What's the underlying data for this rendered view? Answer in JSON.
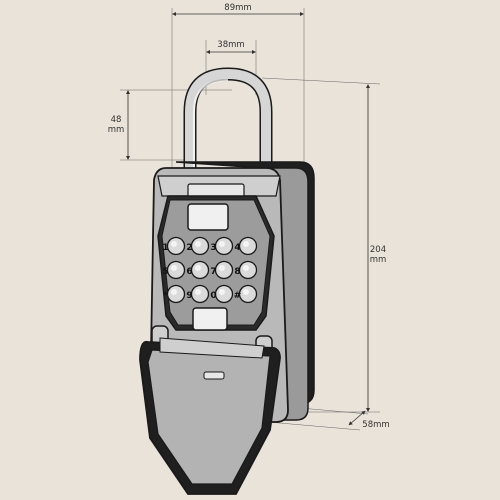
{
  "dimensions": {
    "width_top": "89mm",
    "shackle_width": "38mm",
    "shackle_height_value": "48",
    "shackle_height_unit": "mm",
    "height_value": "204",
    "height_unit": "mm",
    "depth": "58mm"
  },
  "keypad": {
    "keys": [
      "1",
      "2",
      "3",
      "4",
      "5",
      "6",
      "7",
      "8",
      "*",
      "9",
      "0",
      "#"
    ]
  },
  "colors": {
    "background": "#e9e3d9",
    "body": "#b9b9b9",
    "body_dark": "#6f6f6f",
    "panel_dark": "#2a2a2a",
    "key": "#dadada",
    "outline": "#1a1a1a"
  }
}
